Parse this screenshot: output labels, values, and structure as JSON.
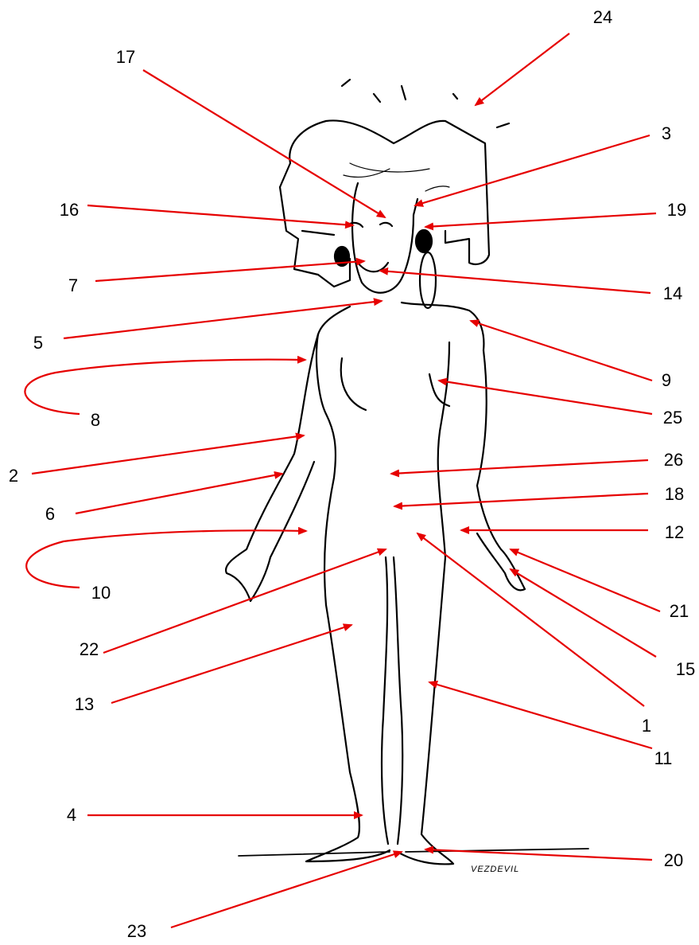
{
  "diagram": {
    "signature": "VEZDEVIL",
    "colors": {
      "arrow": "#e60000",
      "ink": "#000000",
      "background": "#ffffff"
    },
    "labels": [
      {
        "id": "l1",
        "text": "1"
      },
      {
        "id": "l2",
        "text": "2"
      },
      {
        "id": "l3",
        "text": "3"
      },
      {
        "id": "l4",
        "text": "4"
      },
      {
        "id": "l5",
        "text": "5"
      },
      {
        "id": "l6",
        "text": "6"
      },
      {
        "id": "l7",
        "text": "7"
      },
      {
        "id": "l8",
        "text": "8"
      },
      {
        "id": "l9",
        "text": "9"
      },
      {
        "id": "l10",
        "text": "10"
      },
      {
        "id": "l11",
        "text": "11"
      },
      {
        "id": "l12",
        "text": "12"
      },
      {
        "id": "l13",
        "text": "13"
      },
      {
        "id": "l14",
        "text": "14"
      },
      {
        "id": "l15",
        "text": "15"
      },
      {
        "id": "l16",
        "text": "16"
      },
      {
        "id": "l17",
        "text": "17"
      },
      {
        "id": "l18",
        "text": "18"
      },
      {
        "id": "l19",
        "text": "19"
      },
      {
        "id": "l20",
        "text": "20"
      },
      {
        "id": "l21",
        "text": "21"
      },
      {
        "id": "l22",
        "text": "22"
      },
      {
        "id": "l23",
        "text": "23"
      },
      {
        "id": "l24",
        "text": "24"
      },
      {
        "id": "l25",
        "text": "25"
      },
      {
        "id": "l26",
        "text": "26"
      }
    ]
  }
}
